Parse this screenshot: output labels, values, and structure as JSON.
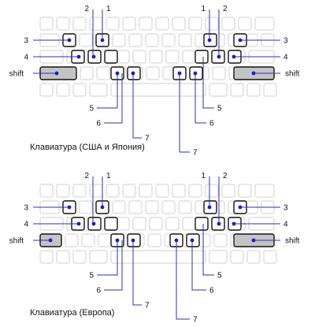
{
  "colors": {
    "key_stroke": "#cfcfcf",
    "key_fill": "#ffffff",
    "highlight_stroke": "#111111",
    "shift_fill": "#c4c4c4",
    "callout_line": "#2f2fb0",
    "callout_dot": "#1a1adc",
    "label_text": "#111111"
  },
  "labels": {
    "n1": "1",
    "n2": "2",
    "n3": "3",
    "n4": "4",
    "n5": "5",
    "n6": "6",
    "n7": "7",
    "shift": "shift"
  },
  "captions": {
    "us_japan": "Клавиатура (США и Япония)",
    "europe": "Клавиатура (Европа)"
  }
}
